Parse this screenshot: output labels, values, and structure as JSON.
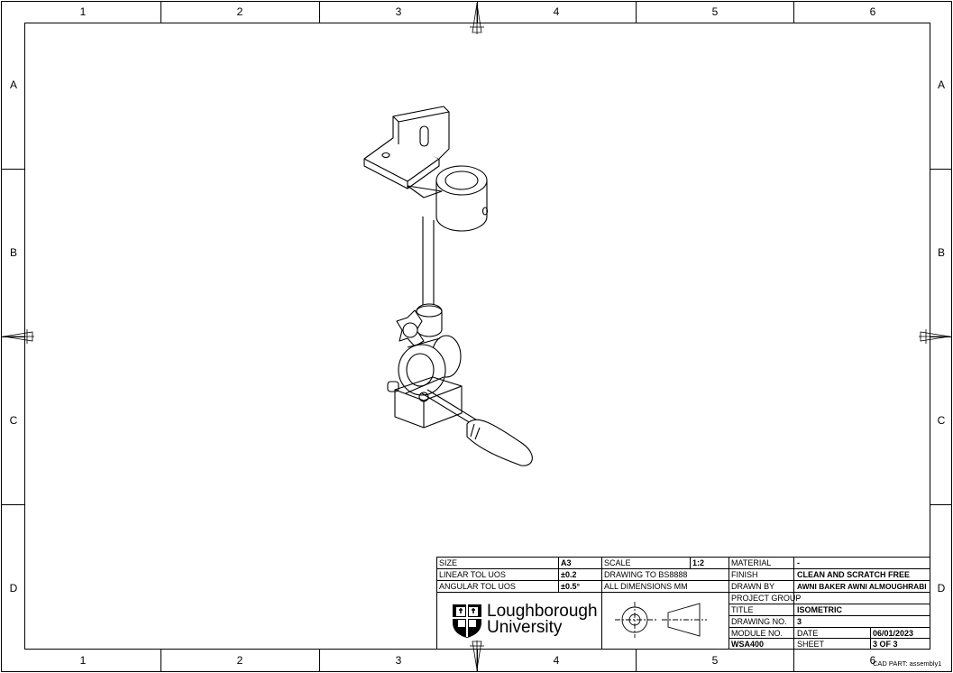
{
  "zones": {
    "columns": [
      "1",
      "2",
      "3",
      "4",
      "5",
      "6"
    ],
    "rows": [
      "A",
      "B",
      "C",
      "D"
    ]
  },
  "title_block": {
    "size_label": "SIZE",
    "size_value": "A3",
    "scale_label": "SCALE",
    "scale_value": "1:2",
    "material_label": "MATERIAL",
    "material_value": "-",
    "linear_tol_label": "LINEAR TOL UOS",
    "linear_tol_value": "±0.2",
    "drawing_to_label": "DRAWING TO BS8888",
    "finish_label": "FINISH",
    "finish_value": "CLEAN AND SCRATCH FREE",
    "angular_tol_label": "ANGULAR TOL UOS",
    "angular_tol_value": "±0.5°",
    "all_dims_label": "ALL DIMENSIONS MM",
    "drawn_by_label": "DRAWN BY",
    "drawn_by_value": "AWNI BAKER AWNI ALMOUGHRABI",
    "project_group_label": "PROJECT GROUP",
    "project_group_value": "-",
    "title_label": "TITLE",
    "title_value": "ISOMETRIC",
    "drawing_no_label": "DRAWING NO.",
    "drawing_no_value": "3",
    "module_no_label": "MODULE NO.",
    "module_no_value": "WSA400",
    "date_label": "DATE",
    "date_value": "06/01/2023",
    "sheet_label": "SHEET",
    "sheet_value": "3 OF 3"
  },
  "logo": {
    "line1": "Loughborough",
    "line2": "University"
  },
  "footer": {
    "cad_part": "CAD PART: assembly1"
  }
}
